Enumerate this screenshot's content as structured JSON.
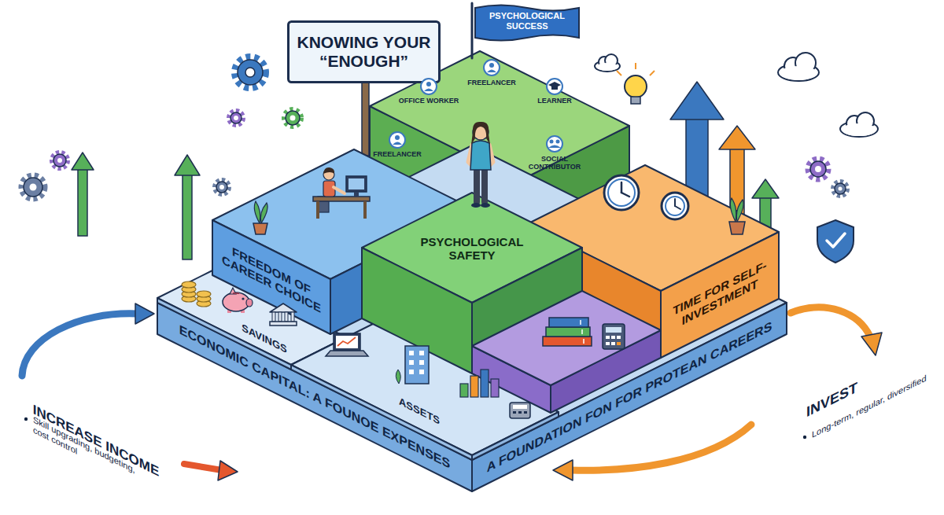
{
  "diagram": {
    "nodes": [
      {
        "text": [
          "KNOWING YOUR “ENOUGH”"
        ]
      },
      {
        "text": [
          "PSYCHOLOGICAL SUCCESS"
        ]
      },
      {
        "text": [
          "FREEDOM OF CAREER CHOICE"
        ]
      },
      {
        "text": [
          "PSYCHOLOGICAL SAFETY"
        ]
      },
      {
        "text": [
          "TIME FOR SELF-INVESTMENT"
        ]
      },
      {
        "text": [
          "ECONOMIC CAPITAL: A FOUNOE EXPENSES",
          "A FOUNDATION FON FOR PROTEAN CAREERS"
        ]
      },
      {
        "text": [
          "SAVINGS"
        ],
        "in": 5
      },
      {
        "text": [
          "ASSETS"
        ],
        "in": 5
      }
    ],
    "labels": [
      "FREELANCER",
      "OFFICE WORKER",
      "LEARNER",
      "FREELANCER",
      "SOCIAL CONTRIBUTOR",
      "INCREASE INCOME",
      "Skill upgrading, budgeting, cost control",
      "INVEST",
      "Long-term, regular, diversified"
    ]
  }
}
